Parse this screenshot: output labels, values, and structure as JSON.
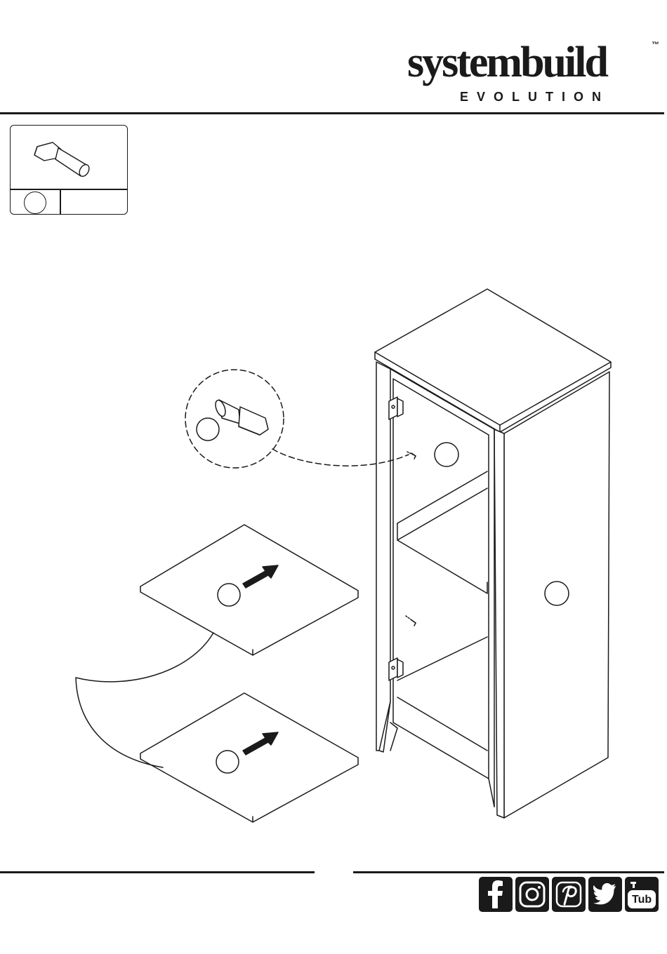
{
  "brand": {
    "name": "systembuild",
    "trademark": "™",
    "subtitle": "EVOLUTION"
  },
  "social": {
    "youtube_label": "Tub"
  },
  "colors": {
    "ink": "#1a1a1a",
    "paper": "#ffffff"
  },
  "icons": [
    "shelf-pin-icon",
    "facebook-icon",
    "instagram-icon",
    "pinterest-icon",
    "twitter-icon",
    "youtube-icon"
  ]
}
